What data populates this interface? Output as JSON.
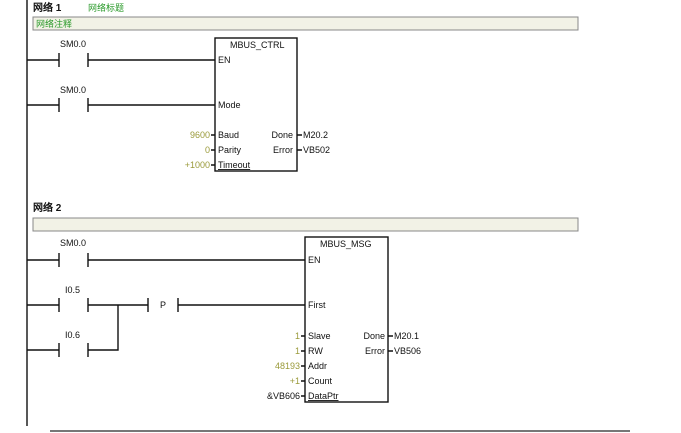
{
  "networks": [
    {
      "label": "网络 1",
      "title": "网络标题",
      "comment": "网络注释",
      "contacts": [
        {
          "address": "SM0.0"
        },
        {
          "address": "SM0.0"
        }
      ],
      "block": {
        "name": "MBUS_CTRL",
        "inputs": [
          {
            "pin": "EN",
            "value": ""
          },
          {
            "pin": "Mode",
            "value": ""
          },
          {
            "pin": "Baud",
            "value": "9600"
          },
          {
            "pin": "Parity",
            "value": "0"
          },
          {
            "pin": "Timeout",
            "value": "+1000"
          }
        ],
        "outputs": [
          {
            "pin": "Done",
            "value": "M20.2"
          },
          {
            "pin": "Error",
            "value": "VB502"
          }
        ]
      }
    },
    {
      "label": "网络 2",
      "comment": "",
      "contacts": [
        {
          "address": "SM0.0"
        },
        {
          "address": "I0.5"
        },
        {
          "address": "I0.6"
        },
        {
          "address": "P"
        }
      ],
      "block": {
        "name": "MBUS_MSG",
        "inputs": [
          {
            "pin": "EN",
            "value": ""
          },
          {
            "pin": "First",
            "value": ""
          },
          {
            "pin": "Slave",
            "value": "1"
          },
          {
            "pin": "RW",
            "value": "1"
          },
          {
            "pin": "Addr",
            "value": "48193"
          },
          {
            "pin": "Count",
            "value": "+1"
          },
          {
            "pin": "DataPtr",
            "value": "&VB606"
          }
        ],
        "outputs": [
          {
            "pin": "Done",
            "value": "M20.1"
          },
          {
            "pin": "Error",
            "value": "VB506"
          }
        ]
      }
    }
  ],
  "colors": {
    "title_green": "#2a9a2a",
    "constant_olive": "#9a9a3a",
    "comment_bar": "#f2f2e6"
  }
}
